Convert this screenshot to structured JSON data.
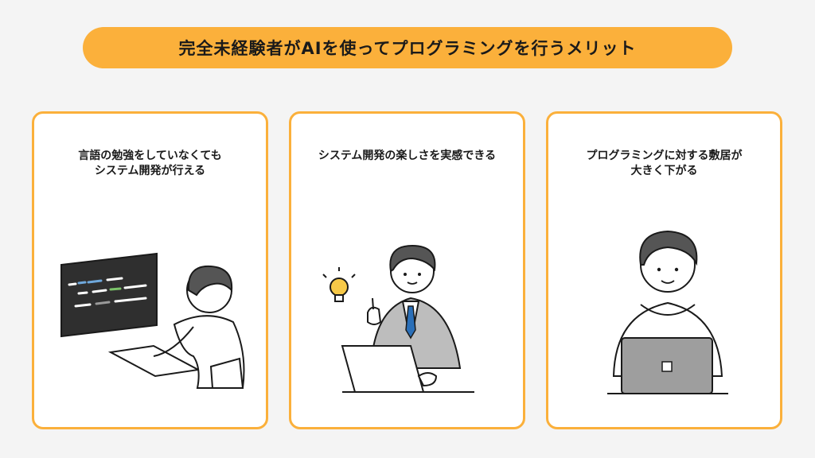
{
  "title": "完全未経験者がAIを使ってプログラミングを行うメリット",
  "cards": [
    {
      "line1": "言語の勉強をしていなくても",
      "line2": "システム開発が行える",
      "illustration": "person-coding-icon"
    },
    {
      "line1": "システム開発の楽しさを実感できる",
      "line2": "",
      "illustration": "businessman-idea-icon"
    },
    {
      "line1": "プログラミングに対する敷居が",
      "line2": "大きく下がる",
      "illustration": "person-laptop-icon"
    }
  ],
  "colors": {
    "accent": "#fbb03b",
    "background": "#f4f4f4",
    "ink": "#1a1a1a"
  }
}
